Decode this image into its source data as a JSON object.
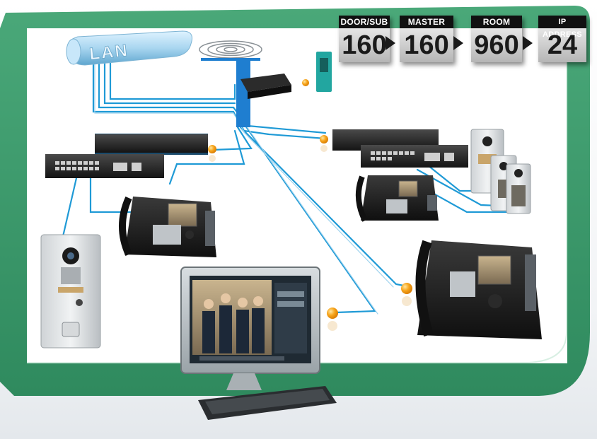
{
  "network": {
    "label": "LAN"
  },
  "capacity": {
    "items": [
      {
        "label": "DOOR/SUB",
        "value": "160"
      },
      {
        "label": "MASTER",
        "value": "160"
      },
      {
        "label": "ROOM",
        "value": "960"
      },
      {
        "label": "IP ADDRESS",
        "value": "24"
      }
    ]
  },
  "colors": {
    "frame_green": "#3e9a6e",
    "cable_blue": "#1f9ad6",
    "node_orange": "#f5a21a"
  }
}
